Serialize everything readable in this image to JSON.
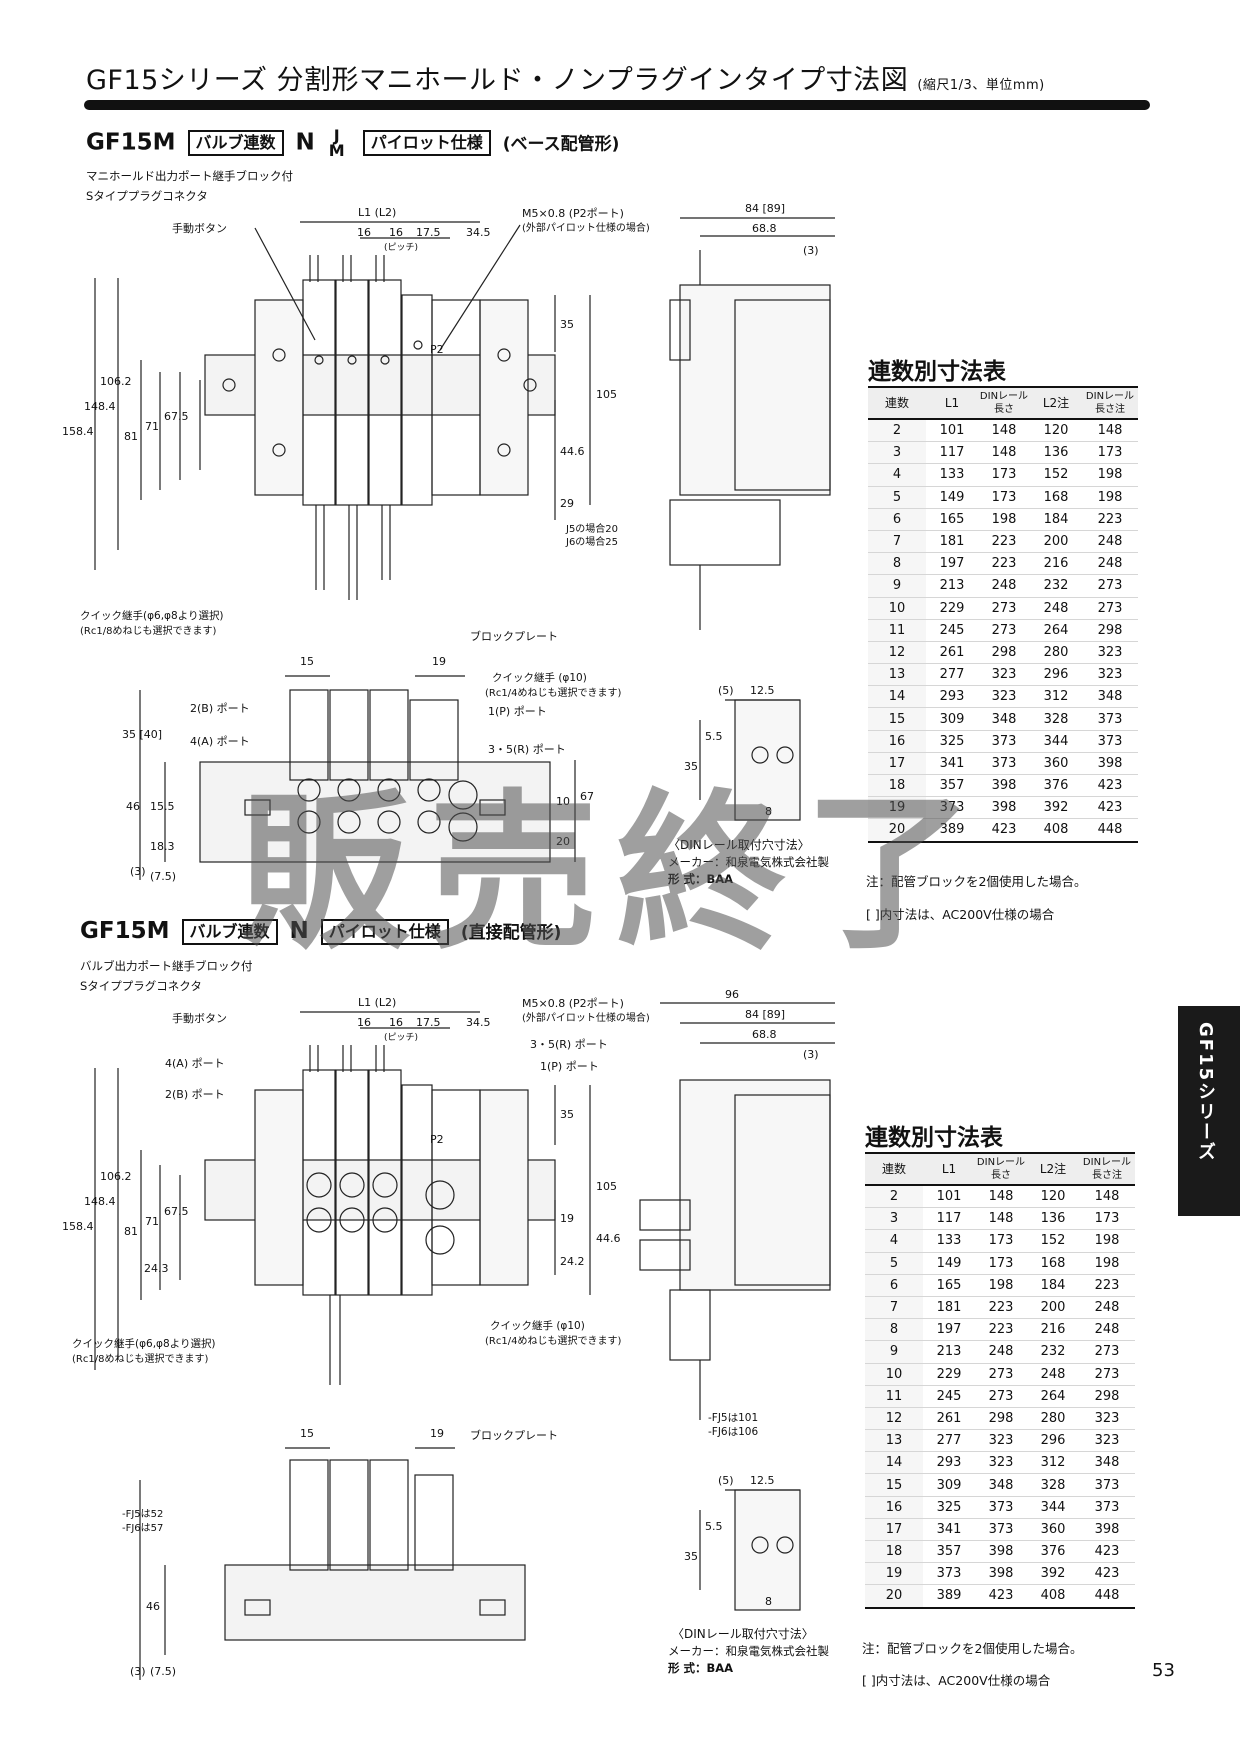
{
  "header": {
    "title": "GF15シリーズ  分割形マニホールド・ノンプラグインタイプ寸法図",
    "subtitle": "(縮尺1/3、単位mm)"
  },
  "section1": {
    "model": "GF15M",
    "valve_box": "バルブ連数",
    "n": "N",
    "j": "J",
    "m": "M",
    "pilot_box": "パイロット仕様",
    "type": "(ベース配管形)",
    "note1": "マニホールド出力ポート継手ブロック付",
    "note2": "Sタイププラグコネクタ",
    "dims": {
      "l1": "L1 (L2)",
      "m5": "M5×0.8 (P2ポート)",
      "m5_sub": "(外部パイロット仕様の場合)",
      "manual": "手動ボタン",
      "d16a": "16",
      "d16b": "16",
      "pitch": "(ピッチ)",
      "d175": "17.5",
      "d345": "34.5",
      "d35": "35",
      "d105": "105",
      "d446": "44.6",
      "d29": "29",
      "d1584": "158.4",
      "d1484": "148.4",
      "d1062": "106.2",
      "d81": "81",
      "d71": "71",
      "d675": "67.5",
      "p2": "P2",
      "j5": "J5の場合20",
      "j6": "J6の場合25",
      "side84": "84 [89]",
      "side688": "68.8",
      "side3": "(3)",
      "quick1": "クイック継手(φ6,φ8より選択)",
      "quick1_sub": "(Rc1/8めねじも選択できます)",
      "block": "ブロックプレート",
      "d15": "15",
      "d19": "19",
      "quick2": "クイック継手 (φ10)",
      "quick2_sub": "(Rc1/4めねじも選択できます)",
      "pB": "2(B) ポート",
      "pA": "4(A) ポート",
      "pP": "1(P) ポート",
      "pR": "3・5(R) ポート",
      "d3540": "35 [40]",
      "d46": "46",
      "d155": "15.5",
      "d183": "18.3",
      "d20": "20",
      "d67": "67",
      "d10": "10",
      "d3": "(3)",
      "d75": "(7.5)",
      "rail5": "(5)",
      "rail125": "12.5",
      "rail55": "5.5",
      "rail35": "35",
      "rail8": "8"
    },
    "rail_caption": "〈DINレール取付穴寸法〉",
    "maker": "メーカー：和泉電気株式会社製",
    "format": "形  式：BAA"
  },
  "section2": {
    "model": "GF15M",
    "valve_box": "バルブ連数",
    "n": "N",
    "pilot_box": "パイロット仕様",
    "type": "(直接配管形)",
    "note1": "バルブ出力ポート継手ブロック付",
    "note2": "Sタイププラグコネクタ",
    "dims": {
      "l1": "L1 (L2)",
      "m5": "M5×0.8 (P2ポート)",
      "m5_sub": "(外部パイロット仕様の場合)",
      "manual": "手動ボタン",
      "pA": "4(A) ポート",
      "pB": "2(B) ポート",
      "pR": "3・5(R) ポート",
      "pP": "1(P) ポート",
      "d16a": "16",
      "d16b": "16",
      "pitch": "(ピッチ)",
      "d175": "17.5",
      "d345": "34.5",
      "d35": "35",
      "d105": "105",
      "d19": "19",
      "d242": "24.2",
      "d446": "44.6",
      "d1584": "158.4",
      "d1484": "148.4",
      "d1062": "106.2",
      "d81": "81",
      "d71": "71",
      "d675": "67.5",
      "d243": "24.3",
      "p2": "P2",
      "quick1": "クイック継手(φ6,φ8より選択)",
      "quick1_sub": "(Rc1/8めねじも選択できます)",
      "quick2": "クイック継手 (φ10)",
      "quick2_sub": "(Rc1/4めねじも選択できます)",
      "side96": "96",
      "side84": "84 [89]",
      "side688": "68.8",
      "side3": "(3)",
      "fj5": "-FJ5は101",
      "fj6": "-FJ6は106",
      "d15": "15",
      "block19": "19",
      "block": "ブロックプレート",
      "fj5b": "-FJ5は52",
      "fj6b": "-FJ6は57",
      "d46": "46",
      "d3": "(3)",
      "d75": "(7.5)",
      "rail5": "(5)",
      "rail125": "12.5",
      "rail55": "5.5",
      "rail35": "35",
      "rail8": "8"
    },
    "rail_caption": "〈DINレール取付穴寸法〉",
    "maker": "メーカー：和泉電気株式会社製",
    "format": "形  式：BAA"
  },
  "table": {
    "title": "連数別寸法表",
    "headers": [
      "連数",
      "L1",
      "DINレール長さ",
      "L2注",
      "DINレール長さ注"
    ],
    "rows": [
      [
        "2",
        "101",
        "148",
        "120",
        "148"
      ],
      [
        "3",
        "117",
        "148",
        "136",
        "173"
      ],
      [
        "4",
        "133",
        "173",
        "152",
        "198"
      ],
      [
        "5",
        "149",
        "173",
        "168",
        "198"
      ],
      [
        "6",
        "165",
        "198",
        "184",
        "223"
      ],
      [
        "7",
        "181",
        "223",
        "200",
        "248"
      ],
      [
        "8",
        "197",
        "223",
        "216",
        "248"
      ],
      [
        "9",
        "213",
        "248",
        "232",
        "273"
      ],
      [
        "10",
        "229",
        "273",
        "248",
        "273"
      ],
      [
        "11",
        "245",
        "273",
        "264",
        "298"
      ],
      [
        "12",
        "261",
        "298",
        "280",
        "323"
      ],
      [
        "13",
        "277",
        "323",
        "296",
        "323"
      ],
      [
        "14",
        "293",
        "323",
        "312",
        "348"
      ],
      [
        "15",
        "309",
        "348",
        "328",
        "373"
      ],
      [
        "16",
        "325",
        "373",
        "344",
        "373"
      ],
      [
        "17",
        "341",
        "373",
        "360",
        "398"
      ],
      [
        "18",
        "357",
        "398",
        "376",
        "423"
      ],
      [
        "19",
        "373",
        "398",
        "392",
        "423"
      ],
      [
        "20",
        "389",
        "423",
        "408",
        "448"
      ]
    ],
    "note": "注：配管ブロックを2個使用した場合。",
    "note2": "[  ]内寸法は、AC200V仕様の場合"
  },
  "side_tab": "GF15シリーズ",
  "watermark": "販売終了",
  "page_number": "53"
}
